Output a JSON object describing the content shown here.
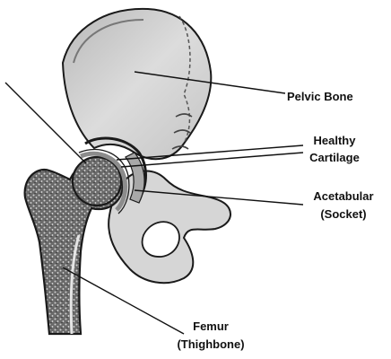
{
  "labels": {
    "pelvic_bone": "Pelvic Bone",
    "healthy_cartilage": {
      "line1": "Healthy",
      "line2": "Cartilage"
    },
    "acetabular": {
      "line1": "Acetabular",
      "line2": "(Socket)"
    },
    "femur": {
      "line1": "Femur",
      "line2": "(Thighbone)"
    }
  },
  "colors": {
    "bone_fill": "#d4d4d4",
    "bone_outline": "#1a1a1a",
    "cartilage": "#8c8c8c",
    "spongy_bone": "#555555",
    "text": "#111111",
    "background": "#ffffff"
  }
}
